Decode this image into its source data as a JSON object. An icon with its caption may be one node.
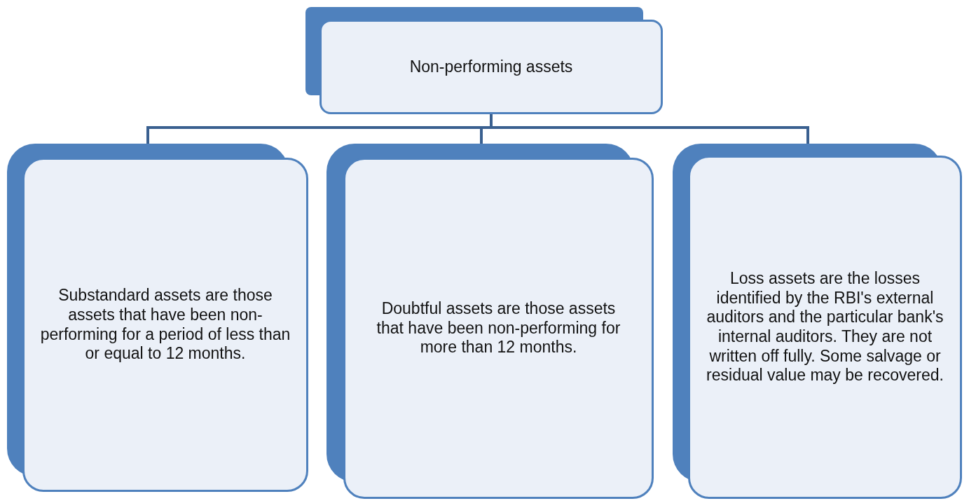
{
  "diagram": {
    "nodes": [
      {
        "text": [
          "Non-performing assets"
        ]
      },
      {
        "text": [
          "Substandard assets are those assets that have been non-performing for a period of less than or equal to 12 months."
        ]
      },
      {
        "text": [
          "Doubtful assets are those assets that have been non-performing for more than 12 months."
        ]
      },
      {
        "text": [
          "Loss assets are the losses identified by the RBI's external auditors and the particular bank's internal auditors. They are not written off fully. Some salvage or residual value may be recovered."
        ]
      }
    ],
    "edges": [
      {
        "from": 0,
        "to": 1,
        "arrow": "none"
      },
      {
        "from": 0,
        "to": 2,
        "arrow": "none"
      },
      {
        "from": 0,
        "to": 3,
        "arrow": "none"
      }
    ]
  }
}
